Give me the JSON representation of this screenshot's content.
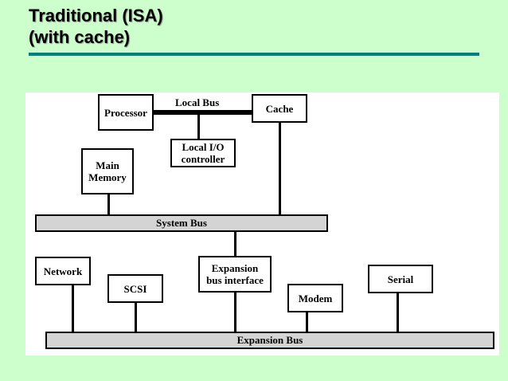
{
  "title": {
    "line1": "Traditional (ISA)",
    "line2": "(with cache)"
  },
  "colors": {
    "background": "#ccffcc",
    "rule": "#008080",
    "bus_fill": "#d4d4d4"
  },
  "diagram": {
    "local_bus_label": "Local Bus",
    "processor": "Processor",
    "cache": "Cache",
    "local_io_line1": "Local I/O",
    "local_io_line2": "controller",
    "main_memory_line1": "Main",
    "main_memory_line2": "Memory",
    "system_bus": "System Bus",
    "network": "Network",
    "scsi": "SCSI",
    "expansion_if_line1": "Expansion",
    "expansion_if_line2": "bus interface",
    "modem": "Modem",
    "serial": "Serial",
    "expansion_bus": "Expansion Bus"
  }
}
